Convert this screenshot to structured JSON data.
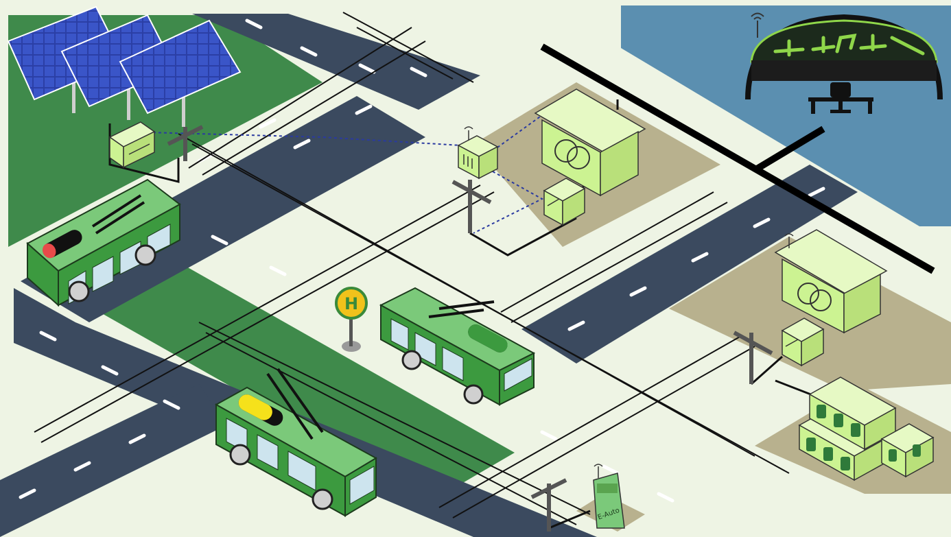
{
  "scene": {
    "bus_stop_sign": "H",
    "ev_charger_label": "E-Auto",
    "colors": {
      "background": "#eef4e4",
      "grass": "#3f8a4b",
      "water": "#5b8fb0",
      "road": "#3b4a5f",
      "lot": "#b8b18e",
      "equipment": "#ccf392",
      "bus": "#3c9a3f",
      "bus_roof": "#7bc97a",
      "wire": "#111111",
      "data_link": "#2a3aa0",
      "control_glow": "#8fd64a"
    },
    "battery_levels": {
      "bus_left": 0.3,
      "bus_bottom": 0.75,
      "bus_middle": 1.0
    }
  }
}
